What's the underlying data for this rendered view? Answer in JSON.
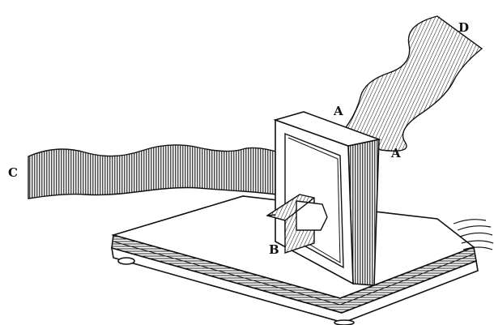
{
  "labels": {
    "a_top": "A",
    "a_right": "A",
    "b": "B",
    "c": "C",
    "d": "D"
  },
  "colors": {
    "ink": "#111111",
    "paper": "#ffffff"
  }
}
